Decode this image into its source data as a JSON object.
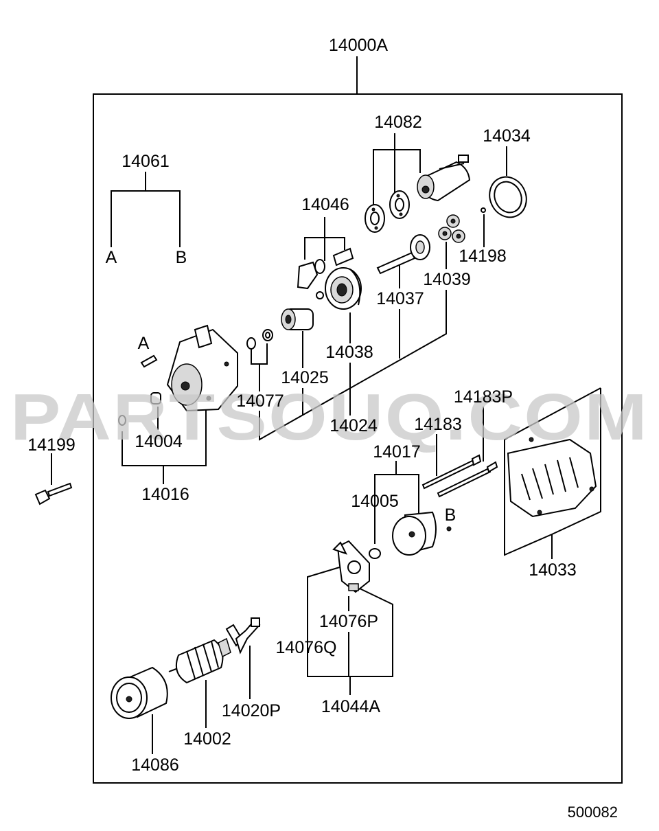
{
  "watermark": "PARTSOUQ.COM",
  "assembly_code": "14000A",
  "figure_code": "500082",
  "part_labels": {
    "p14082": "14082",
    "p14034": "14034",
    "p14061": "14061",
    "p14046": "14046",
    "p14198": "14198",
    "p14039": "14039",
    "p14037": "14037",
    "p14038": "14038",
    "p14025": "14025",
    "p14077": "14077",
    "p14024": "14024",
    "p14183P": "14183P",
    "p14183": "14183",
    "p14199": "14199",
    "p14004": "14004",
    "p14016": "14016",
    "p14017": "14017",
    "p14005": "14005",
    "p14033": "14033",
    "p14076P": "14076P",
    "p14076Q": "14076Q",
    "p14044A": "14044A",
    "p14020P": "14020P",
    "p14002": "14002",
    "p14086": "14086"
  },
  "ref_letters": {
    "a_top": "A",
    "b_top": "B",
    "a_bolt": "A",
    "b_nut": "B"
  }
}
